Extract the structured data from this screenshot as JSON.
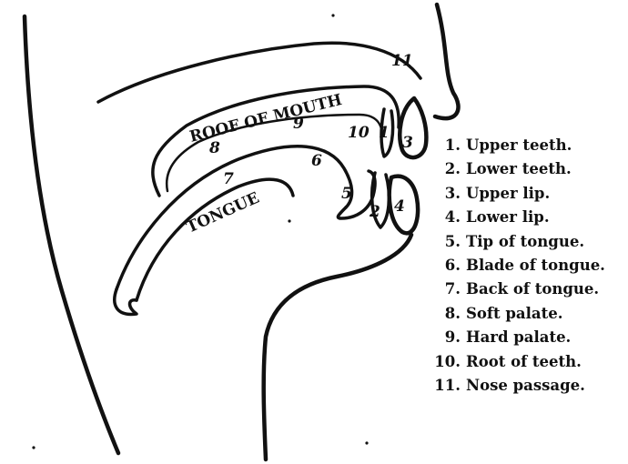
{
  "diagram": {
    "region_labels": {
      "roof": "ROOF OF MOUTH",
      "tongue": "TONGUE"
    },
    "marker_labels": {
      "m1": "1",
      "m2": "2",
      "m3": "3",
      "m4": "4",
      "m5": "5",
      "m6": "6",
      "m7": "7",
      "m8": "8",
      "m9": "9",
      "m10": "10",
      "m11": "11"
    }
  },
  "legend": [
    {
      "num": "1.",
      "text": "Upper teeth."
    },
    {
      "num": "2.",
      "text": "Lower teeth."
    },
    {
      "num": "3.",
      "text": "Upper lip."
    },
    {
      "num": "4.",
      "text": "Lower lip."
    },
    {
      "num": "5.",
      "text": "Tip of tongue."
    },
    {
      "num": "6.",
      "text": "Blade of tongue."
    },
    {
      "num": "7.",
      "text": "Back of tongue."
    },
    {
      "num": "8.",
      "text": "Soft palate."
    },
    {
      "num": "9.",
      "text": "Hard palate."
    },
    {
      "num": "10.",
      "text": "Root of teeth."
    },
    {
      "num": "11.",
      "text": "Nose passage."
    }
  ]
}
